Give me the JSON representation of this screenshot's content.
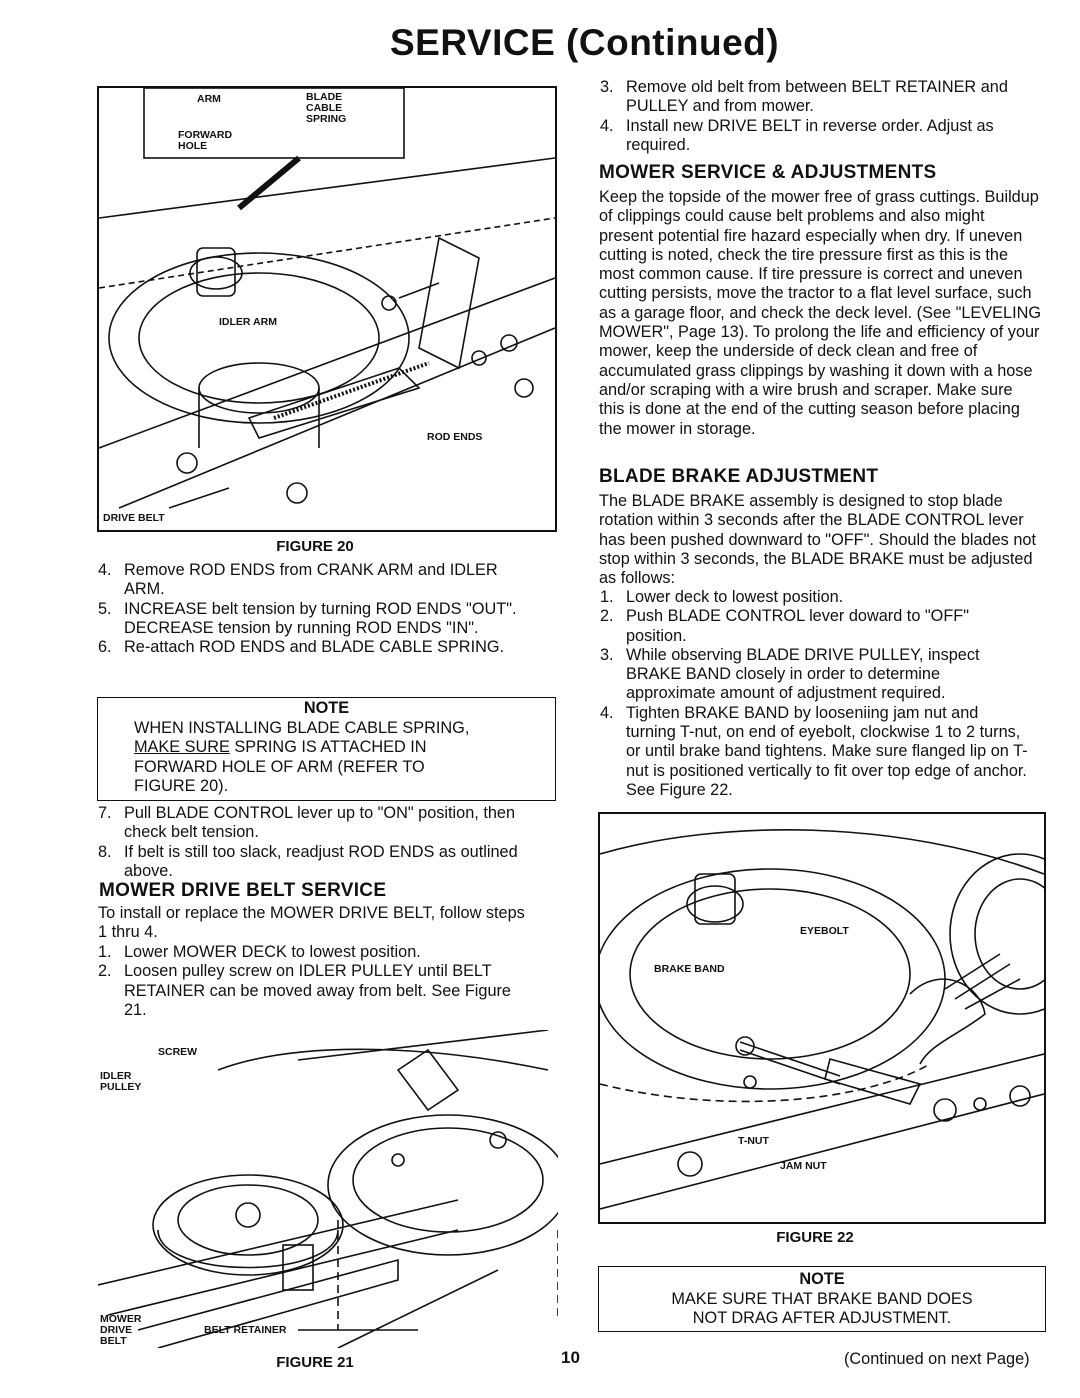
{
  "title": "SERVICE (Continued)",
  "figure20": {
    "caption": "FIGURE 20",
    "labels": [
      "ARM",
      "BLADE CABLE SPRING",
      "FORWARD HOLE",
      "IDLER ARM",
      "ROD ENDS",
      "DRIVE BELT"
    ]
  },
  "left_steps": [
    {
      "num": "4.",
      "text": "Remove ROD ENDS from CRANK ARM and IDLER ARM."
    },
    {
      "num": "5.",
      "text": "INCREASE belt tension by turning ROD ENDS \"OUT\". DECREASE tension by running ROD ENDS \"IN\"."
    },
    {
      "num": "6.",
      "text": "Re-attach ROD ENDS and BLADE CABLE SPRING."
    }
  ],
  "note1": {
    "title": "NOTE",
    "line1": "WHEN INSTALLING BLADE CABLE SPRING,",
    "underlined": "MAKE SURE",
    "line2_rest": " SPRING IS ATTACHED IN",
    "line3": "FORWARD HOLE OF ARM (REFER TO",
    "line4": "FIGURE 20)."
  },
  "left_steps2": [
    {
      "num": "7.",
      "text": "Pull BLADE CONTROL lever up to \"ON\" position, then check belt tension."
    },
    {
      "num": "8.",
      "text": "If belt is still too slack, readjust ROD ENDS as outlined above."
    }
  ],
  "drive_belt": {
    "heading": "MOWER DRIVE BELT SERVICE",
    "intro": "To install or replace the MOWER DRIVE BELT, follow steps 1 thru 4.",
    "steps": [
      {
        "num": "1.",
        "text": "Lower MOWER DECK to lowest position."
      },
      {
        "num": "2.",
        "text": "Loosen pulley screw on IDLER PULLEY until BELT RETAINER can be moved away from belt. See Figure 21."
      }
    ]
  },
  "figure21": {
    "caption": "FIGURE 21",
    "labels": [
      "SCREW",
      "IDLER PULLEY",
      "MOWER DRIVE BELT",
      "BELT RETAINER"
    ]
  },
  "right_steps": [
    {
      "num": "3.",
      "text": "Remove old belt from between BELT RETAINER and PULLEY and from mower."
    },
    {
      "num": "4.",
      "text": "Install new DRIVE BELT in reverse order. Adjust as required."
    }
  ],
  "mower_service": {
    "heading": "MOWER SERVICE & ADJUSTMENTS",
    "body": "Keep the topside of the mower free of grass cuttings. Buildup of clippings could cause belt problems and also might present potential fire hazard especially when dry. If uneven cutting is noted, check the tire pressure first as this is the most common cause. If tire pressure is correct and uneven cutting persists, move the tractor to a flat level surface, such as a garage floor, and check the deck level. (See \"LEVELING MOWER\", Page 13). To prolong the life and efficiency of your mower, keep the underside of deck clean and free of accumulated grass clippings by washing it down with a hose and/or scraping with a wire brush and scraper. Make sure this is done at the end of the cutting season before placing the mower in storage."
  },
  "blade_brake": {
    "heading": "BLADE BRAKE ADJUSTMENT",
    "body": "The BLADE BRAKE assembly is designed to stop blade rotation within 3 seconds after the BLADE CONTROL lever has been pushed downward to \"OFF\". Should the blades not stop within 3 seconds, the BLADE BRAKE must be adjusted as follows:",
    "steps": [
      {
        "num": "1.",
        "text": "Lower deck to lowest position."
      },
      {
        "num": "2.",
        "text": "Push BLADE CONTROL lever doward to \"OFF\" position."
      },
      {
        "num": "3.",
        "text": "While observing BLADE DRIVE PULLEY, inspect BRAKE BAND closely in order to determine approximate amount of adjustment required."
      },
      {
        "num": "4.",
        "text": "Tighten BRAKE BAND by looseniing jam nut and turning T-nut, on end of eyebolt, clockwise 1 to 2 turns, or until brake band tightens. Make sure flanged lip on T-nut is positioned vertically to fit over top edge of anchor. See Figure 22."
      }
    ]
  },
  "figure22": {
    "caption": "FIGURE 22",
    "labels": [
      "EYEBOLT",
      "BRAKE BAND",
      "T-NUT",
      "JAM NUT"
    ]
  },
  "note2": {
    "title": "NOTE",
    "line1": "MAKE SURE THAT BRAKE BAND DOES",
    "line2": "NOT DRAG AFTER ADJUSTMENT."
  },
  "page_number": "10",
  "footer": "(Continued on next Page)"
}
